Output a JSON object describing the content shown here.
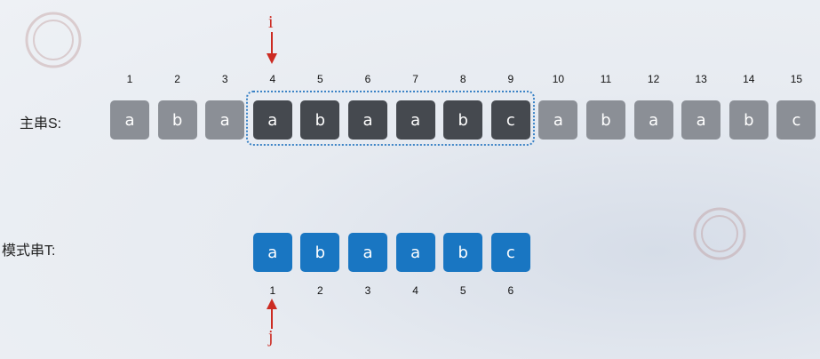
{
  "main_string": {
    "label": "主串S:",
    "chars": [
      "a",
      "b",
      "a",
      "a",
      "b",
      "a",
      "a",
      "b",
      "c",
      "a",
      "b",
      "a",
      "a",
      "b",
      "c"
    ],
    "indices": [
      "1",
      "2",
      "3",
      "4",
      "5",
      "6",
      "7",
      "8",
      "9",
      "10",
      "11",
      "12",
      "13",
      "14",
      "15"
    ],
    "highlighted_from": 4,
    "highlighted_to": 9
  },
  "pattern_string": {
    "label": "模式串T:",
    "chars": [
      "a",
      "b",
      "a",
      "a",
      "b",
      "c"
    ],
    "indices": [
      "1",
      "2",
      "3",
      "4",
      "5",
      "6"
    ]
  },
  "pointers": {
    "i": "i",
    "j": "j"
  },
  "colors": {
    "light_cell": "#8b8f96",
    "dark_cell": "#45494f",
    "pattern_cell": "#1976c2",
    "pointer": "#cc2b22",
    "window_border": "#3b83c6"
  }
}
